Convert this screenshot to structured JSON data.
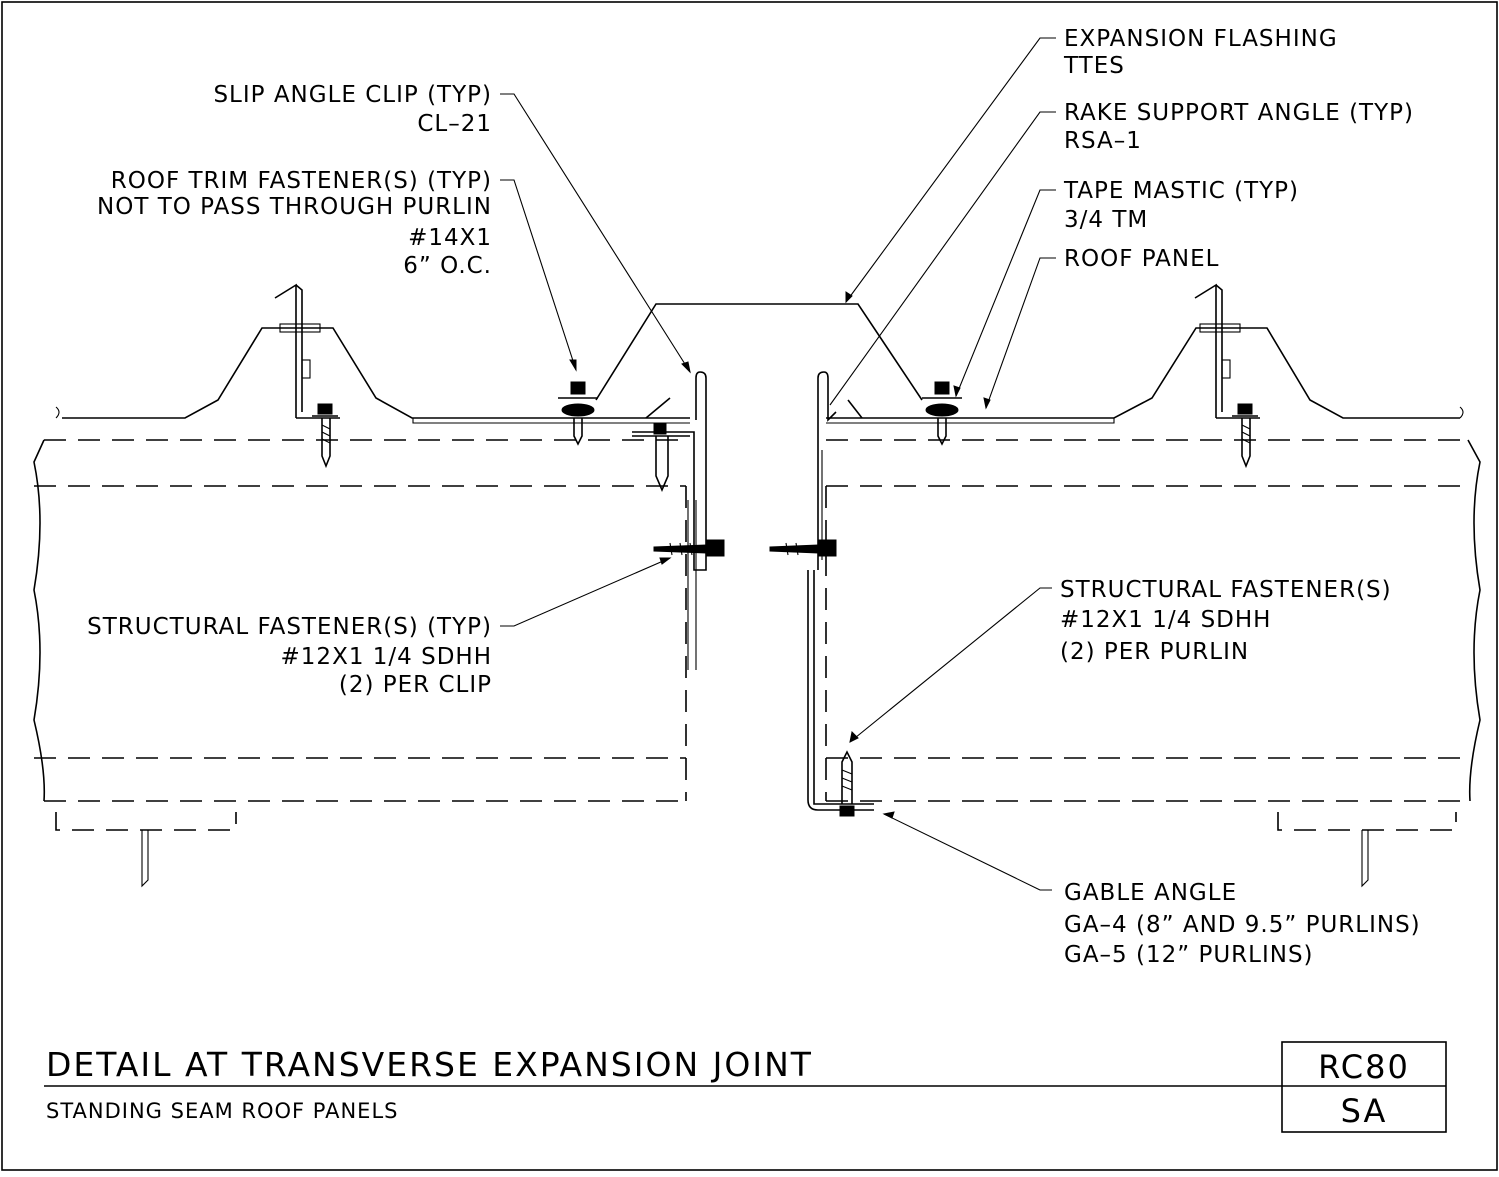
{
  "drawing": {
    "title": "DETAIL AT TRANSVERSE EXPANSION JOINT",
    "subtitle": "STANDING SEAM ROOF PANELS",
    "code_top": "RC80",
    "code_bottom": "SA"
  },
  "callouts": {
    "slip_angle_clip": [
      "SLIP ANGLE CLIP (TYP)",
      "CL–21"
    ],
    "roof_trim_fastener": [
      "ROOF TRIM FASTENER(S) (TYP)",
      "NOT TO PASS THROUGH PURLIN",
      "#14X1",
      "6” O.C."
    ],
    "structural_fastener_left": [
      "STRUCTURAL FASTENER(S) (TYP)",
      "#12X1 1/4 SDHH",
      "(2) PER CLIP"
    ],
    "expansion_flashing": [
      "EXPANSION FLASHING",
      "TTES"
    ],
    "rake_support_angle": [
      "RAKE SUPPORT ANGLE (TYP)",
      "RSA–1"
    ],
    "tape_mastic": [
      "TAPE MASTIC (TYP)",
      "3/4 TM"
    ],
    "roof_panel": [
      "ROOF PANEL"
    ],
    "structural_fastener_right": [
      "STRUCTURAL FASTENER(S)",
      "#12X1 1/4 SDHH",
      "(2) PER PURLIN"
    ],
    "gable_angle": [
      "GABLE ANGLE",
      "GA–4 (8” AND 9.5” PURLINS)",
      "GA–5 (12” PURLINS)"
    ]
  }
}
